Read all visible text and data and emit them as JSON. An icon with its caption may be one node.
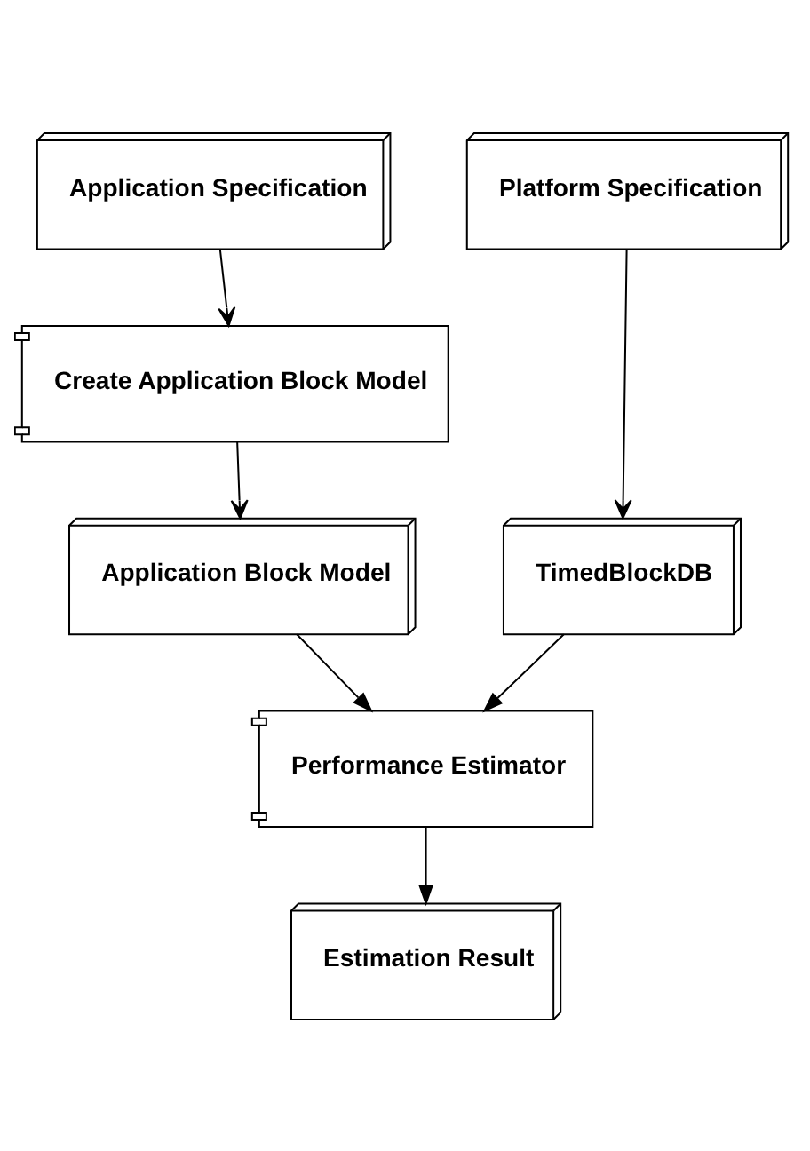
{
  "diagram": {
    "nodes": [
      {
        "text": [
          "Application Specification"
        ]
      },
      {
        "text": [
          "Platform Specification"
        ]
      },
      {
        "text": [
          "Create Application Block Model"
        ]
      },
      {
        "text": [
          "Application Block Model"
        ]
      },
      {
        "text": [
          "TimedBlockDB"
        ]
      },
      {
        "text": [
          "Performance Estimator"
        ]
      },
      {
        "text": [
          "Estimation Result"
        ]
      }
    ],
    "edges": [
      {
        "from": 0,
        "to": 2,
        "arrow": "to"
      },
      {
        "from": 2,
        "to": 3,
        "arrow": "to"
      },
      {
        "from": 1,
        "to": 4,
        "arrow": "to"
      },
      {
        "from": 3,
        "to": 5,
        "arrow": "to"
      },
      {
        "from": 4,
        "to": 5,
        "arrow": "to"
      },
      {
        "from": 5,
        "to": 6,
        "arrow": "to"
      }
    ]
  }
}
